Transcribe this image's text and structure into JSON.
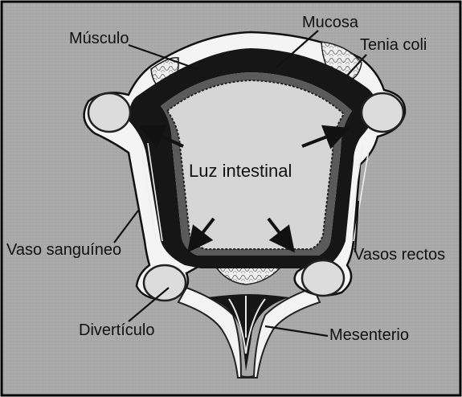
{
  "labels": {
    "musculo": "Músculo",
    "mucosa": "Mucosa",
    "tenia_coli": "Tenia coli",
    "luz_intestinal": "Luz intestinal",
    "vaso_sanguineo": "Vaso sanguíneo",
    "vasos_rectos": "Vasos rectos",
    "diverticulo": "Divertículo",
    "mesenterio": "Mesenterio"
  },
  "colors": {
    "background": "#a9a9a9",
    "lumen": "#d4d4d4",
    "muscle": "#1a1a1a",
    "mucosa_edge": "#3a3a3a",
    "outer_wall": "#f2f2f2",
    "frame": "#000000"
  }
}
